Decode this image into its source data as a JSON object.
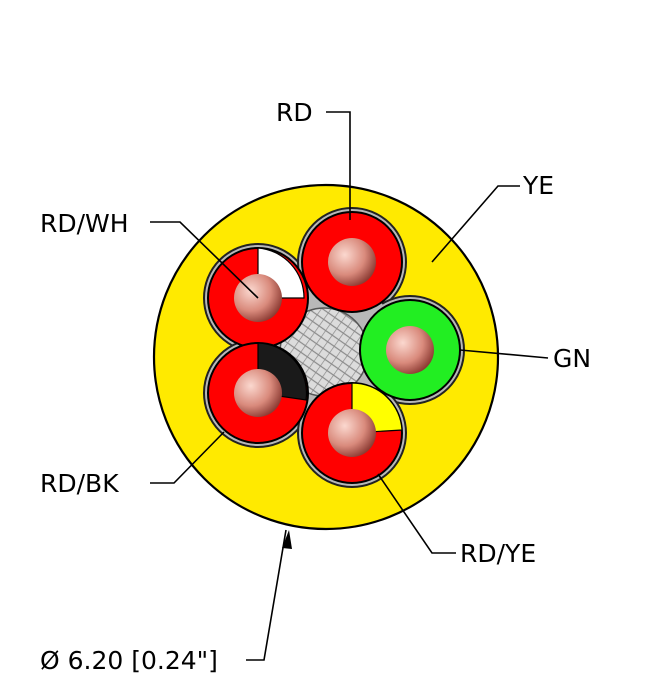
{
  "labels": {
    "rd": "RD",
    "ye": "YE",
    "rd_wh": "RD/WH",
    "gn": "GN",
    "rd_bk": "RD/BK",
    "rd_ye": "RD/YE",
    "diameter": "Ø 6.20 [0.24\"]"
  },
  "colors": {
    "jacket_yellow": "#ffea00",
    "insulation_red": "#ff0000",
    "insulation_green": "#22ee22",
    "stripe_white": "#ffffff",
    "stripe_black": "#1a1a1a",
    "stripe_yellow": "#ffff00",
    "filler_gray": "#b8b8b8",
    "conductor_copper": "#e9a79a"
  }
}
